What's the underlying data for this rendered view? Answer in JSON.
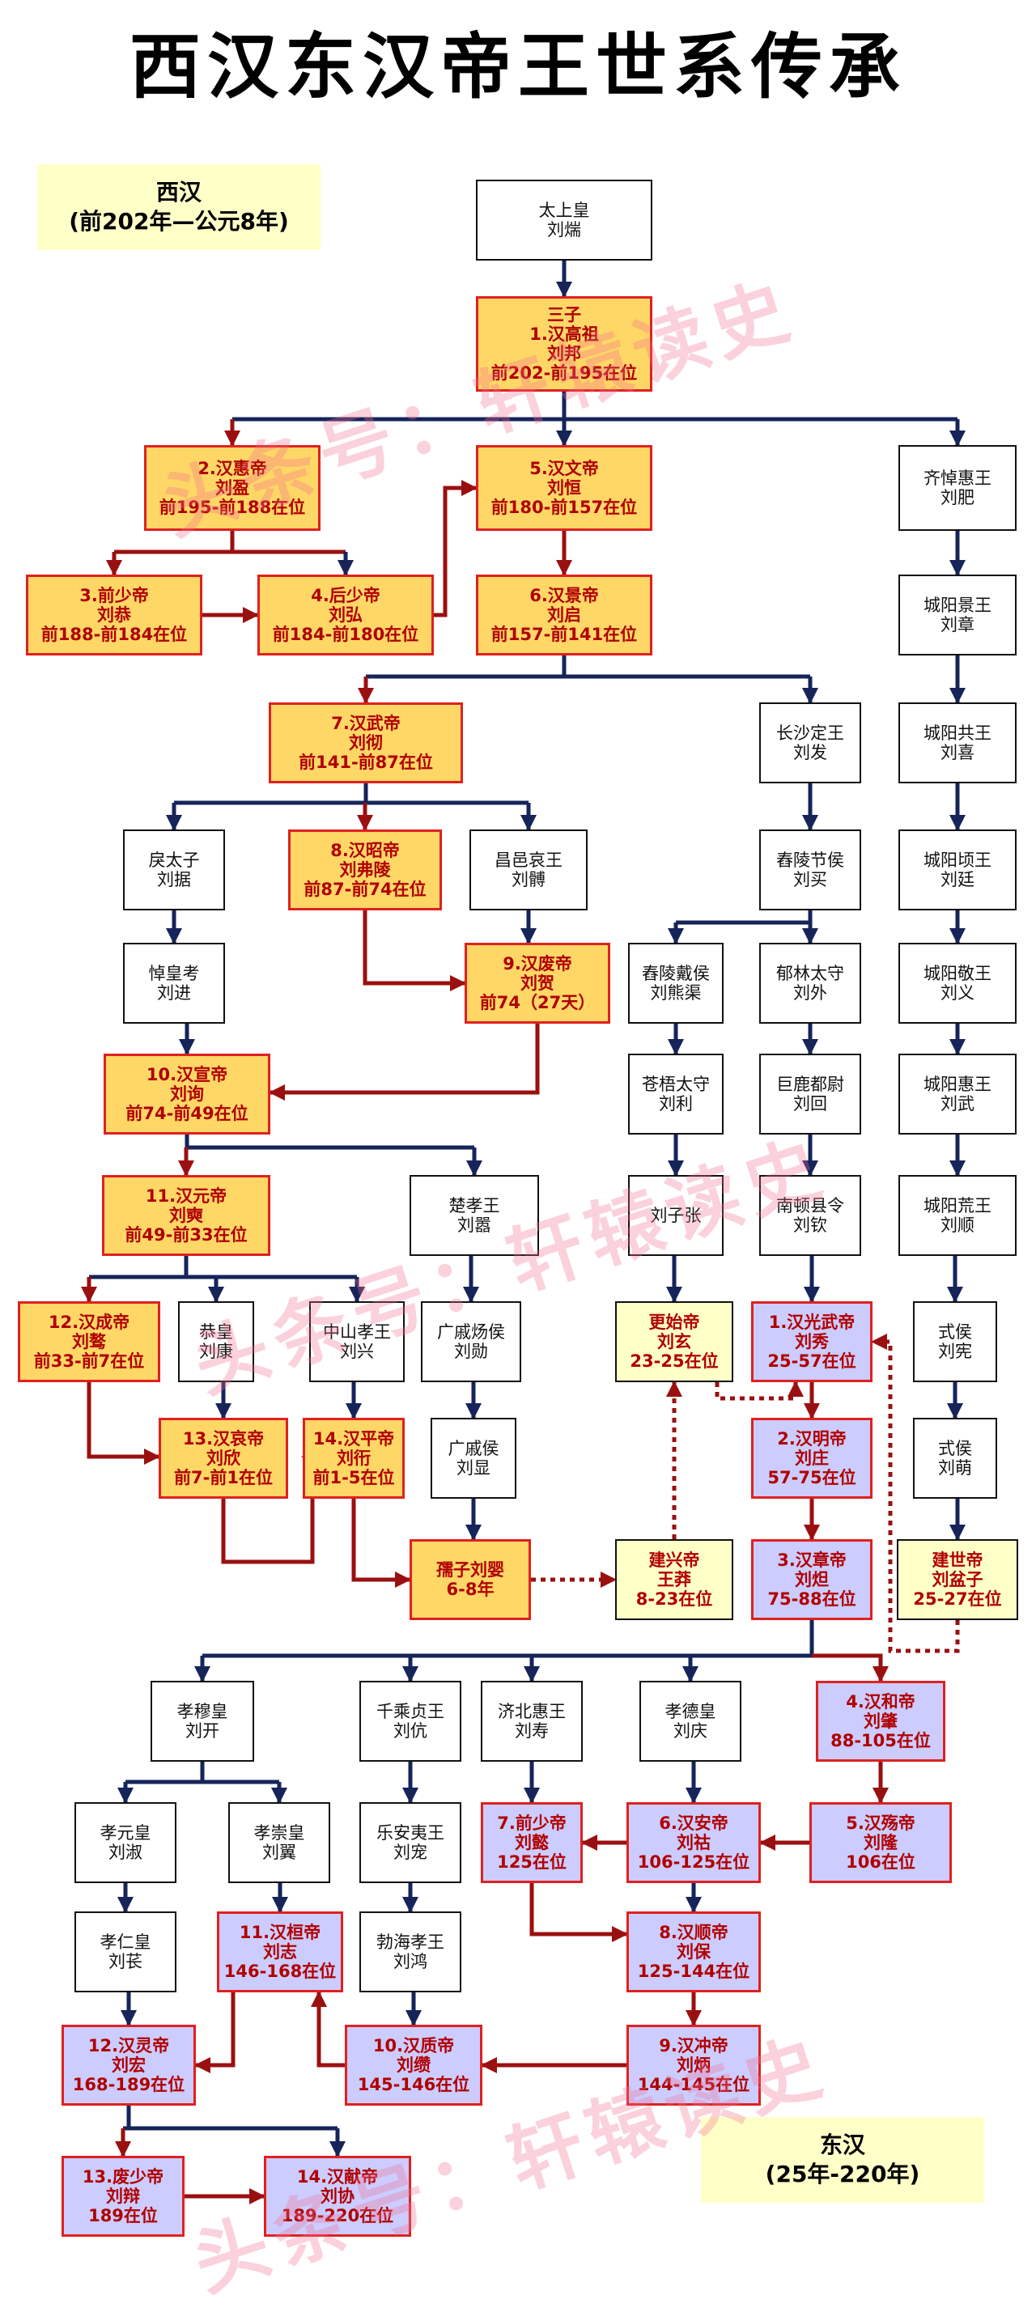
{
  "title": "西汉东汉帝王世系传承",
  "periods": {
    "west": {
      "name": "西汉",
      "range": "(前202年—公元8年)"
    },
    "east": {
      "name": "东汉",
      "range": "(25年-220年)"
    }
  },
  "watermarks": [
    "头条号：轩辕读史",
    "头条号：轩辕读史",
    "头条号：轩辕读史"
  ],
  "colors": {
    "emperor_west": "#ffd766",
    "emperor_east": "#ccccff",
    "other_ruler": "#ffffc8",
    "border_red": "#e02020",
    "kin_line": "#16245a",
    "succession_line": "#9a1010"
  },
  "nodes": {
    "taishanghuang": [
      "太上皇",
      "刘煓"
    ],
    "gaozu": [
      "三子",
      "1.汉高祖",
      "刘邦",
      "前202-前195在位"
    ],
    "huidi": [
      "2.汉惠帝",
      "刘盈",
      "前195-前188在位"
    ],
    "wendi": [
      "5.汉文帝",
      "刘恒",
      "前180-前157在位"
    ],
    "qidaohui": [
      "齐悼惠王",
      "刘肥"
    ],
    "qianshao": [
      "3.前少帝",
      "刘恭",
      "前188-前184在位"
    ],
    "houshao": [
      "4.后少帝",
      "刘弘",
      "前184-前180在位"
    ],
    "jingdi": [
      "6.汉景帝",
      "刘启",
      "前157-前141在位"
    ],
    "cy_jing": [
      "城阳景王",
      "刘章"
    ],
    "wudi": [
      "7.汉武帝",
      "刘彻",
      "前141-前87在位"
    ],
    "changsha": [
      "长沙定王",
      "刘发"
    ],
    "cy_gong": [
      "城阳共王",
      "刘喜"
    ],
    "lizi": [
      "戾太子",
      "刘据"
    ],
    "zhaodi": [
      "8.汉昭帝",
      "刘弗陵",
      "前87-前74在位"
    ],
    "changyi": [
      "昌邑哀王",
      "刘髆"
    ],
    "chongling": [
      "舂陵节侯",
      "刘买"
    ],
    "cy_qing": [
      "城阳顷王",
      "刘廷"
    ],
    "daohuang": [
      "悼皇考",
      "刘进"
    ],
    "feidi": [
      "9.汉废帝",
      "刘贺",
      "前74（27天）"
    ],
    "chongling_dai": [
      "舂陵戴侯",
      "刘熊渠"
    ],
    "yulin": [
      "郁林太守",
      "刘外"
    ],
    "cy_jingw": [
      "城阳敬王",
      "刘义"
    ],
    "xuandi": [
      "10.汉宣帝",
      "刘询",
      "前74-前49在位"
    ],
    "cangwu": [
      "苍梧太守",
      "刘利"
    ],
    "julu": [
      "巨鹿都尉",
      "刘回"
    ],
    "cy_hui": [
      "城阳惠王",
      "刘武"
    ],
    "yuandi": [
      "11.汉元帝",
      "刘奭",
      "前49-前33在位"
    ],
    "chuxiao": [
      "楚孝王",
      "刘嚣"
    ],
    "liuzizhang": [
      "刘子张"
    ],
    "nandun": [
      "南顿县令",
      "刘钦"
    ],
    "cy_huang": [
      "城阳荒王",
      "刘顺"
    ],
    "chengdi": [
      "12.汉成帝",
      "刘骜",
      "前33-前7在位"
    ],
    "gonghuang": [
      "恭皇",
      "刘康"
    ],
    "zhongshan": [
      "中山孝王",
      "刘兴"
    ],
    "guangqi_yang": [
      "广戚炀侯",
      "刘勋"
    ],
    "gengshi": [
      "更始帝",
      "刘玄",
      "23-25在位"
    ],
    "guangwu": [
      "1.汉光武帝",
      "刘秀",
      "25-57在位"
    ],
    "shihou_xian": [
      "式侯",
      "刘宪"
    ],
    "aidi": [
      "13.汉哀帝",
      "刘欣",
      "前7-前1在位"
    ],
    "pingdi": [
      "14.汉平帝",
      "刘衎",
      "前1-5在位"
    ],
    "guangqi": [
      "广戚侯",
      "刘显"
    ],
    "mingdi": [
      "2.汉明帝",
      "刘庄",
      "57-75在位"
    ],
    "shihou_meng": [
      "式侯",
      "刘萌"
    ],
    "ruzi": [
      "孺子刘婴",
      "6-8年"
    ],
    "wangmang": [
      "建兴帝",
      "王莽",
      "8-23在位"
    ],
    "zhangdi": [
      "3.汉章帝",
      "刘炟",
      "75-88在位"
    ],
    "jianshi": [
      "建世帝",
      "刘盆子",
      "25-27在位"
    ],
    "xiaomu": [
      "孝穆皇",
      "刘开"
    ],
    "qiancheng": [
      "千乘贞王",
      "刘伉"
    ],
    "jibei": [
      "济北惠王",
      "刘寿"
    ],
    "xiaode": [
      "孝德皇",
      "刘庆"
    ],
    "hedi": [
      "4.汉和帝",
      "刘肇",
      "88-105在位"
    ],
    "xiaoyuan": [
      "孝元皇",
      "刘淑"
    ],
    "xiaochong": [
      "孝崇皇",
      "刘翼"
    ],
    "lean": [
      "乐安夷王",
      "刘宠"
    ],
    "shao7": [
      "7.前少帝",
      "刘懿",
      "125在位"
    ],
    "andi": [
      "6.汉安帝",
      "刘祜",
      "106-125在位"
    ],
    "shangdi": [
      "5.汉殇帝",
      "刘隆",
      "106在位"
    ],
    "xiaoren": [
      "孝仁皇",
      "刘苌"
    ],
    "huandi": [
      "11.汉桓帝",
      "刘志",
      "146-168在位"
    ],
    "bohai": [
      "勃海孝王",
      "刘鸿"
    ],
    "shundi": [
      "8.汉顺帝",
      "刘保",
      "125-144在位"
    ],
    "lingdi": [
      "12.汉灵帝",
      "刘宏",
      "168-189在位"
    ],
    "zhidi": [
      "10.汉质帝",
      "刘缵",
      "145-146在位"
    ],
    "chongdi": [
      "9.汉冲帝",
      "刘炳",
      "144-145在位"
    ],
    "shaodi13": [
      "13.废少帝",
      "刘辩",
      "189在位"
    ],
    "xiandi": [
      "14.汉献帝",
      "刘协",
      "189-220在位"
    ]
  }
}
